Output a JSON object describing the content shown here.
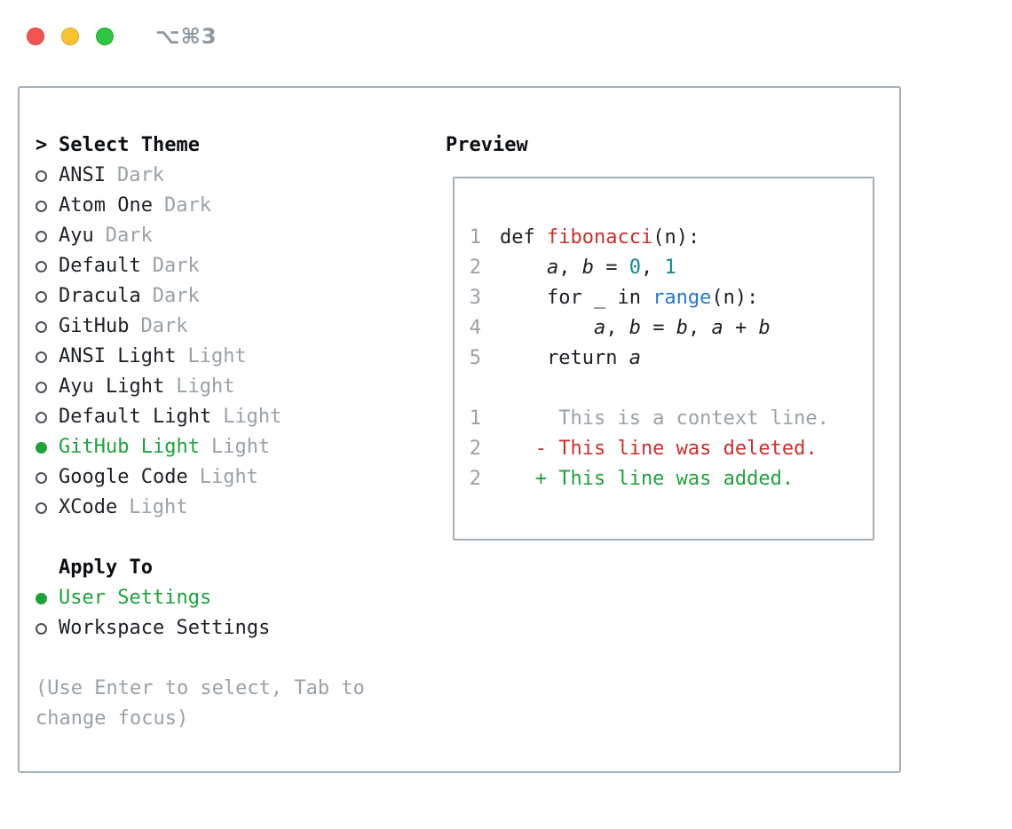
{
  "titlebar": {
    "shortcut": "⌥⌘3"
  },
  "theme_selector": {
    "title_prompt": ">",
    "title": "Select Theme",
    "items": [
      {
        "name": "ANSI",
        "variant": "Dark",
        "selected": false
      },
      {
        "name": "Atom One",
        "variant": "Dark",
        "selected": false
      },
      {
        "name": "Ayu",
        "variant": "Dark",
        "selected": false
      },
      {
        "name": "Default",
        "variant": "Dark",
        "selected": false
      },
      {
        "name": "Dracula",
        "variant": "Dark",
        "selected": false
      },
      {
        "name": "GitHub",
        "variant": "Dark",
        "selected": false
      },
      {
        "name": "ANSI Light",
        "variant": "Light",
        "selected": false
      },
      {
        "name": "Ayu Light",
        "variant": "Light",
        "selected": false
      },
      {
        "name": "Default Light",
        "variant": "Light",
        "selected": false
      },
      {
        "name": "GitHub Light",
        "variant": "Light",
        "selected": true
      },
      {
        "name": "Google Code",
        "variant": "Light",
        "selected": false
      },
      {
        "name": "XCode",
        "variant": "Light",
        "selected": false
      }
    ],
    "apply_to": {
      "title": "Apply To",
      "options": [
        {
          "label": "User Settings",
          "selected": true
        },
        {
          "label": "Workspace Settings",
          "selected": false
        }
      ]
    },
    "hint": "(Use Enter to select, Tab to change focus)"
  },
  "preview": {
    "title": "Preview",
    "code_lines": [
      {
        "num": "1",
        "tokens": [
          {
            "text": "def ",
            "style": "plain"
          },
          {
            "text": "fibonacci",
            "style": "func"
          },
          {
            "text": "(n):",
            "style": "plain"
          }
        ]
      },
      {
        "num": "2",
        "tokens": [
          {
            "text": "    ",
            "style": "plain"
          },
          {
            "text": "a",
            "style": "var"
          },
          {
            "text": ", ",
            "style": "plain"
          },
          {
            "text": "b",
            "style": "var"
          },
          {
            "text": " = ",
            "style": "plain"
          },
          {
            "text": "0",
            "style": "number"
          },
          {
            "text": ", ",
            "style": "plain"
          },
          {
            "text": "1",
            "style": "number"
          }
        ]
      },
      {
        "num": "3",
        "tokens": [
          {
            "text": "    for _ in ",
            "style": "plain"
          },
          {
            "text": "range",
            "style": "builtin"
          },
          {
            "text": "(n):",
            "style": "plain"
          }
        ]
      },
      {
        "num": "4",
        "tokens": [
          {
            "text": "        ",
            "style": "plain"
          },
          {
            "text": "a",
            "style": "var"
          },
          {
            "text": ", ",
            "style": "plain"
          },
          {
            "text": "b",
            "style": "var"
          },
          {
            "text": " = ",
            "style": "plain"
          },
          {
            "text": "b",
            "style": "var"
          },
          {
            "text": ", ",
            "style": "plain"
          },
          {
            "text": "a",
            "style": "var"
          },
          {
            "text": " + ",
            "style": "plain"
          },
          {
            "text": "b",
            "style": "var"
          }
        ]
      },
      {
        "num": "5",
        "tokens": [
          {
            "text": "    return ",
            "style": "plain"
          },
          {
            "text": "a",
            "style": "var"
          }
        ]
      }
    ],
    "diff_lines": [
      {
        "num": "1",
        "text": "     This is a context line.",
        "type": "context"
      },
      {
        "num": "2",
        "text": "   - This line was deleted.",
        "type": "deleted"
      },
      {
        "num": "2",
        "text": "   + This line was added.",
        "type": "added"
      }
    ]
  },
  "colors": {
    "text": "#1d2126",
    "gray": "#9aa1a8",
    "green": "#1ea23c",
    "red": "#c9302c",
    "teal": "#0f8b8d",
    "blue": "#2477d4",
    "border": "#a7afb6",
    "radio": "#4a5056",
    "titlebar_gray": "#8f979e",
    "traffic_red": "#f4544f",
    "traffic_yellow": "#fbc42f",
    "traffic_green": "#2fc640"
  }
}
